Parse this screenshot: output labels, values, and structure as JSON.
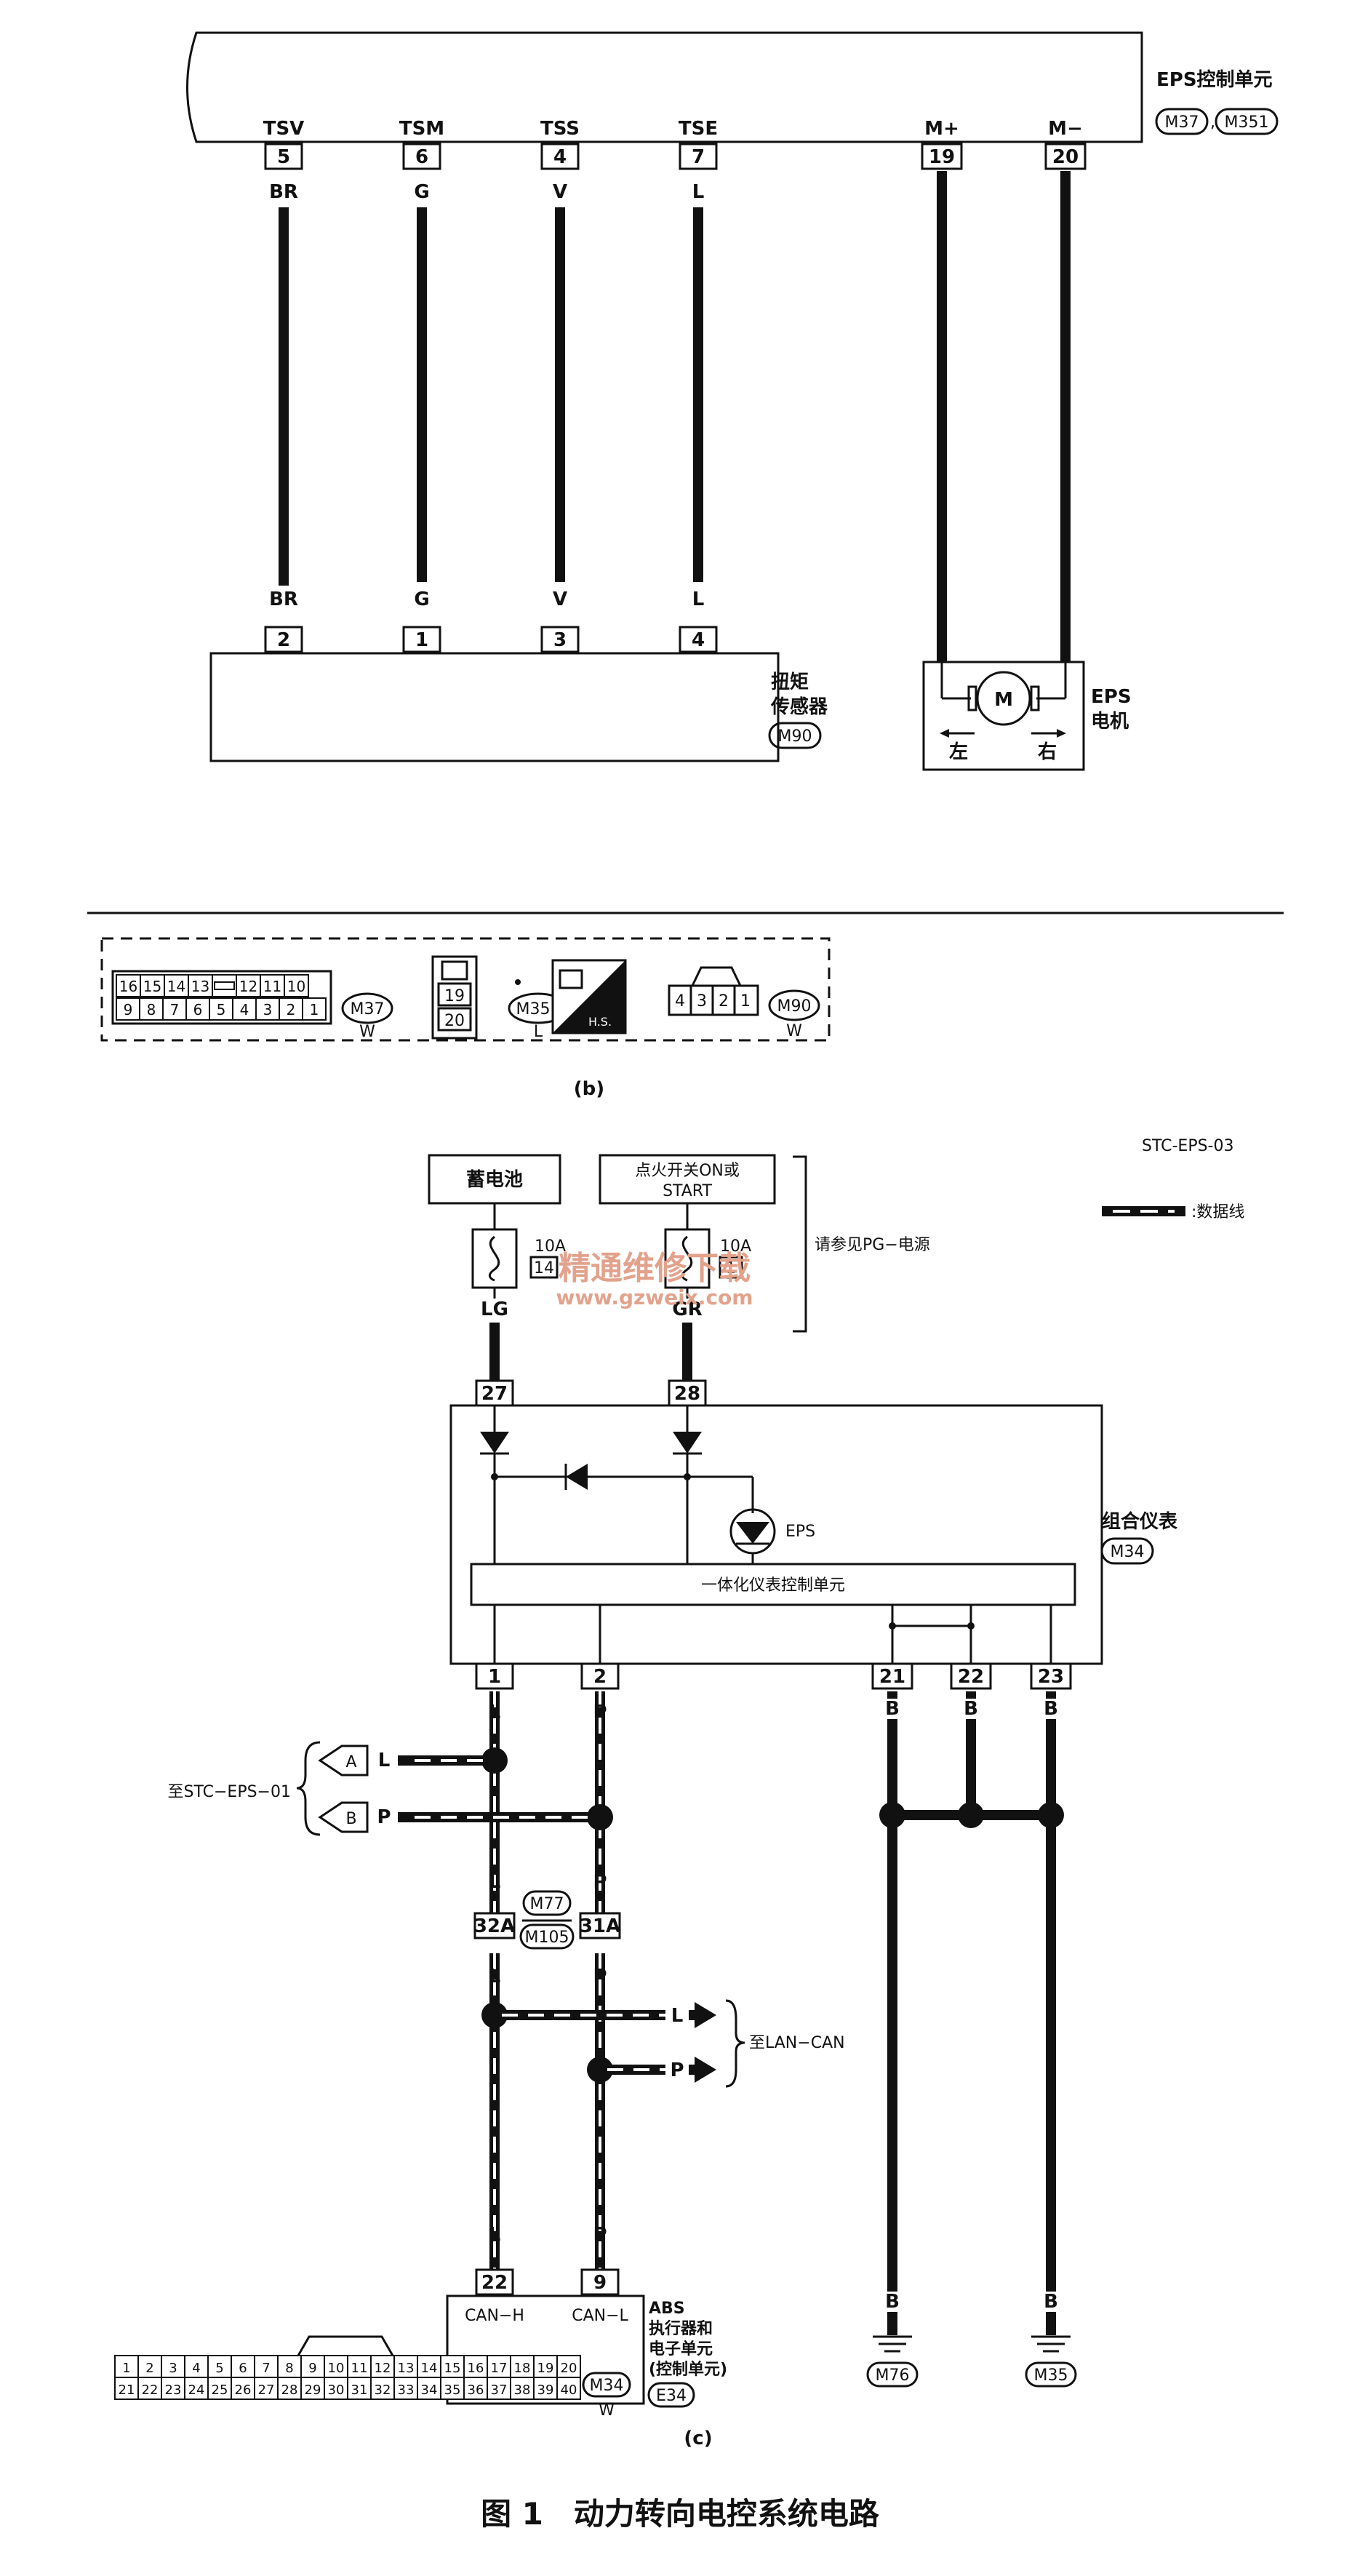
{
  "figure_caption": "图 1　动力转向电控系统电路",
  "sub_b": "(b)",
  "sub_c": "(c)",
  "diagram_id": "STC-EPS-03",
  "legend_data_line": ":数据线",
  "eps_ecu": {
    "name": "EPS控制单元",
    "connectors": [
      "M37",
      "M351"
    ],
    "pins": [
      {
        "terminal": "TSV",
        "pin": "5",
        "wire": "BR"
      },
      {
        "terminal": "TSM",
        "pin": "6",
        "wire": "G"
      },
      {
        "terminal": "TSS",
        "pin": "4",
        "wire": "V"
      },
      {
        "terminal": "TSE",
        "pin": "7",
        "wire": "L"
      },
      {
        "terminal": "M+",
        "pin": "19",
        "wire": ""
      },
      {
        "terminal": "M−",
        "pin": "20",
        "wire": ""
      }
    ]
  },
  "torque_sensor": {
    "name_line1": "扭矩",
    "name_line2": "传感器",
    "connector": "M90",
    "pins": [
      {
        "pin": "2",
        "wire": "BR"
      },
      {
        "pin": "1",
        "wire": "G"
      },
      {
        "pin": "3",
        "wire": "V"
      },
      {
        "pin": "4",
        "wire": "L"
      }
    ]
  },
  "eps_motor": {
    "name_line1": "EPS",
    "name_line2": "电机",
    "symbol": "M",
    "left": "左",
    "right": "右"
  },
  "connector_views": {
    "m37_top": [
      "16",
      "15",
      "14",
      "13",
      "",
      "12",
      "11",
      "10"
    ],
    "m37_bottom": [
      "9",
      "8",
      "7",
      "6",
      "5",
      "4",
      "3",
      "2",
      "1"
    ],
    "m37_id": "M37",
    "m37_color": "W",
    "m351_pins": [
      "19",
      "20"
    ],
    "m351_id": "M351",
    "m351_color": "L",
    "hs_label": "H.S.",
    "m90_pins": [
      "4",
      "3",
      "2",
      "1"
    ],
    "m90_id": "M90",
    "m90_color": "W",
    "m34_top": [
      "1",
      "2",
      "3",
      "4",
      "5",
      "6",
      "7",
      "8",
      "9",
      "10",
      "11",
      "12",
      "13",
      "14",
      "15",
      "16",
      "17",
      "18",
      "19",
      "20"
    ],
    "m34_bottom": [
      "21",
      "22",
      "23",
      "24",
      "25",
      "26",
      "27",
      "28",
      "29",
      "30",
      "31",
      "32",
      "33",
      "34",
      "35",
      "36",
      "37",
      "38",
      "39",
      "40"
    ],
    "m34_id": "M34",
    "m34_color": "W"
  },
  "power": {
    "battery": "蓄电池",
    "ignition_line1": "点火开关ON或",
    "ignition_line2": "START",
    "ref": "请参见PG−电源",
    "fuse1_rating": "10A",
    "fuse1_no": "14",
    "fuse2_rating": "10A",
    "fuse2_no": "1",
    "wire1": "LG",
    "wire2": "GR"
  },
  "meter": {
    "pin_in1": "27",
    "pin_in2": "28",
    "eps_lamp": "EPS",
    "name": "组合仪表",
    "connector": "M34",
    "control_unit": "一体化仪表控制单元",
    "pins_out": [
      "1",
      "2",
      "21",
      "22",
      "23"
    ]
  },
  "can": {
    "wire_h": "L",
    "wire_l": "P",
    "to_ref": "至STC−EPS−01",
    "mark_a": "A",
    "mark_b": "B",
    "jc_h": "32A",
    "jc_l": "31A",
    "jc_m77": "M77",
    "jc_m105": "M105",
    "to_lan": "至LAN−CAN"
  },
  "abs": {
    "pin_h": "22",
    "pin_l": "9",
    "can_h": "CAN−H",
    "can_l": "CAN−L",
    "name_line1": "ABS",
    "name_line2": "执行器和",
    "name_line3": "电子单元",
    "name_line4": "(控制单元)",
    "connector": "E34"
  },
  "ground": {
    "wire": "B",
    "g1": "M76",
    "g2": "M35"
  },
  "watermark": {
    "line1": "精通维修下载",
    "line2": "www.gzweix.com"
  }
}
